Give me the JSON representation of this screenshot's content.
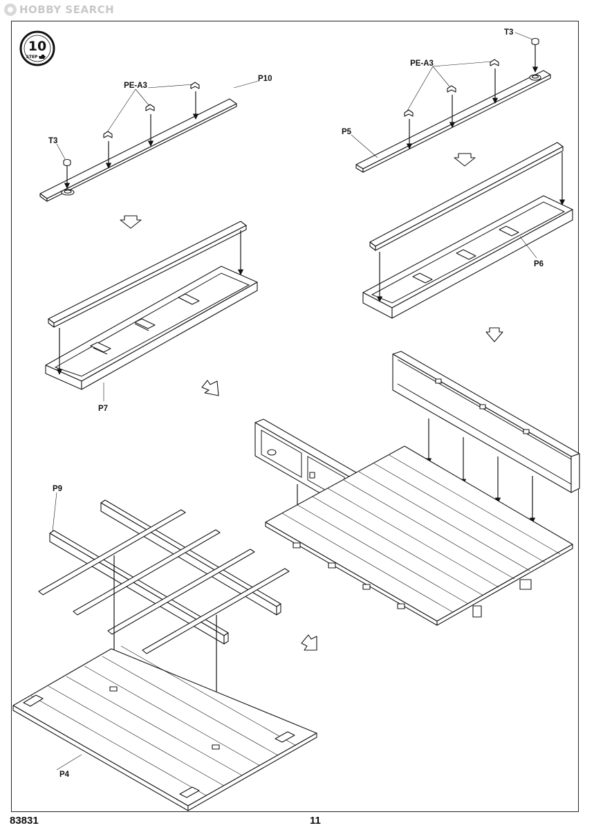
{
  "watermark": {
    "text": "HOBBY SEARCH"
  },
  "step": {
    "number": "10",
    "word": "STEP"
  },
  "labels": {
    "pe_a3_left": "PE-A3",
    "pe_a3_right": "PE-A3",
    "t3_left": "T3",
    "t3_right": "T3",
    "p10": "P10",
    "p5": "P5",
    "p6": "P6",
    "p7": "P7",
    "p9": "P9",
    "p4": "P4"
  },
  "footer": {
    "code": "83831",
    "page": "11"
  }
}
